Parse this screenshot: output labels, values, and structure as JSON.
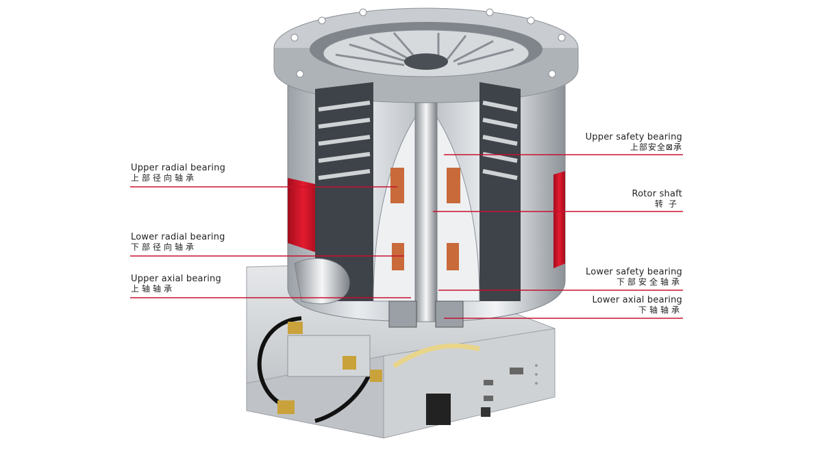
{
  "accent_color": "#c8102e",
  "labels": {
    "upper_radial": {
      "en": "Upper radial bearing",
      "zh": "上部径向轴承"
    },
    "lower_radial": {
      "en": "Lower radial bearing",
      "zh": "下部径向轴承"
    },
    "upper_axial": {
      "en": "Upper axial bearing",
      "zh": "上轴轴承"
    },
    "upper_safety": {
      "en": "Upper safety bearing",
      "zh": "上部安全⊠承"
    },
    "rotor_shaft": {
      "en": "Rotor shaft",
      "zh": "转子"
    },
    "lower_safety": {
      "en": "Lower safety bearing",
      "zh": "下部安全轴承"
    },
    "lower_axial": {
      "en": "Lower axial bearing",
      "zh": "下轴轴承"
    }
  }
}
